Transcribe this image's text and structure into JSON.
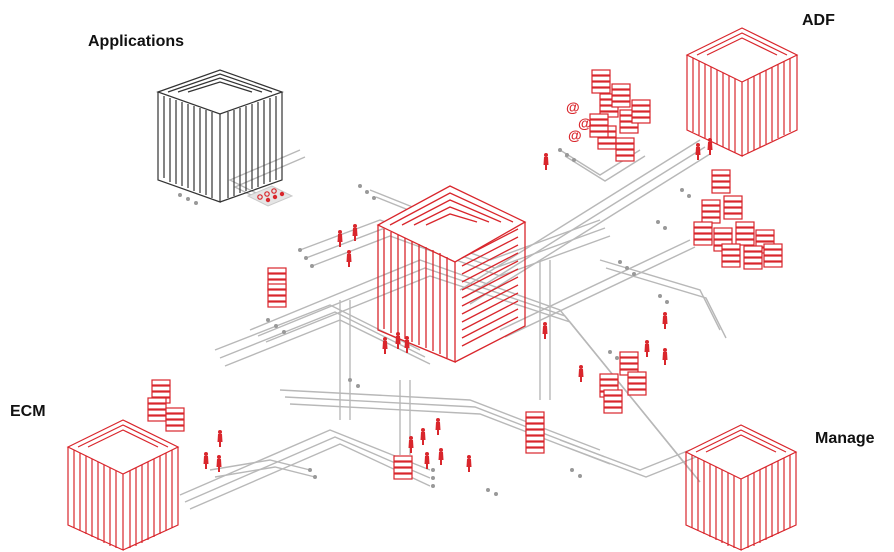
{
  "labels": {
    "applications": "Applications",
    "adf": "ADF",
    "ecm": "ECM",
    "manage": "Manage"
  },
  "colors": {
    "accent": "#d9262c",
    "neutral": "#333333",
    "track": "#b8b8b8"
  },
  "icons": {
    "email": "@"
  }
}
